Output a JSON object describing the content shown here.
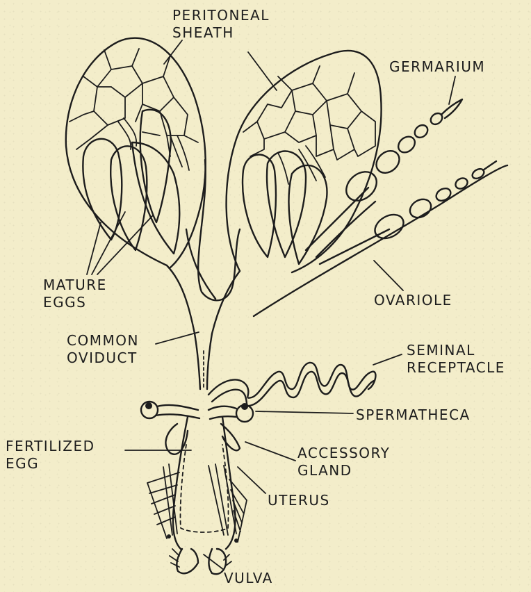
{
  "diagram": {
    "labels": {
      "peritoneal_sheath": [
        "PERITONEAL",
        "SHEATH"
      ],
      "germarium": [
        "GERMARIUM"
      ],
      "mature_eggs": [
        "MATURE",
        "EGGS"
      ],
      "ovariole": [
        "OVARIOLE"
      ],
      "common_oviduct": [
        "COMMON",
        "OVIDUCT"
      ],
      "seminal_receptacle": [
        "SEMINAL",
        "RECEPTACLE"
      ],
      "spermatheca": [
        "SPERMATHECA"
      ],
      "fertilized_egg": [
        "FERTILIZED",
        "EGG"
      ],
      "accessory_gland": [
        "ACCESSORY",
        "GLAND"
      ],
      "uterus": [
        "UTERUS"
      ],
      "vulva": [
        "VULVA"
      ]
    }
  }
}
